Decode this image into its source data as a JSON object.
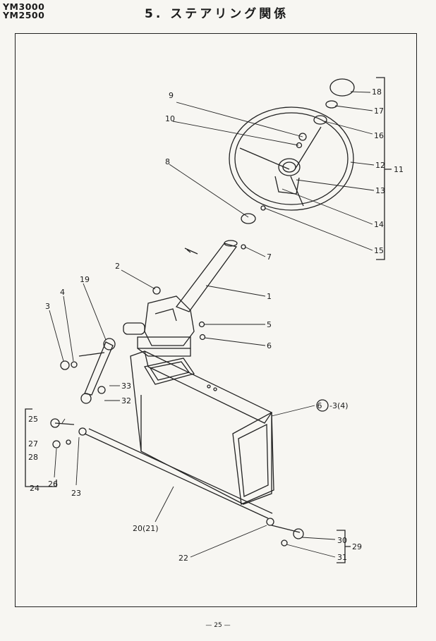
{
  "header": {
    "model_1": "YM3000",
    "model_2": "YM2500",
    "title": "5. ステアリング関係"
  },
  "footer": {
    "page": "— 25 —"
  },
  "callouts": [
    {
      "id": "c1",
      "text": "1"
    },
    {
      "id": "c2",
      "text": "2"
    },
    {
      "id": "c3",
      "text": "3"
    },
    {
      "id": "c4",
      "text": "4"
    },
    {
      "id": "c5",
      "text": "5"
    },
    {
      "id": "c6",
      "text": "6"
    },
    {
      "id": "c7",
      "text": "7"
    },
    {
      "id": "c8",
      "text": "8"
    },
    {
      "id": "c9",
      "text": "9"
    },
    {
      "id": "c10",
      "text": "10"
    },
    {
      "id": "c11",
      "text": "11"
    },
    {
      "id": "c12",
      "text": "12"
    },
    {
      "id": "c13",
      "text": "13"
    },
    {
      "id": "c14",
      "text": "14"
    },
    {
      "id": "c15",
      "text": "15"
    },
    {
      "id": "c16",
      "text": "16"
    },
    {
      "id": "c17",
      "text": "17"
    },
    {
      "id": "c18",
      "text": "18"
    },
    {
      "id": "c19",
      "text": "19"
    },
    {
      "id": "c20",
      "text": "20(21)"
    },
    {
      "id": "c22",
      "text": "22"
    },
    {
      "id": "c23",
      "text": "23"
    },
    {
      "id": "c24",
      "text": "24"
    },
    {
      "id": "c25",
      "text": "25"
    },
    {
      "id": "c26",
      "text": "26"
    },
    {
      "id": "c27",
      "text": "27"
    },
    {
      "id": "c28",
      "text": "28"
    },
    {
      "id": "c29",
      "text": "29"
    },
    {
      "id": "c30",
      "text": "30"
    },
    {
      "id": "c31",
      "text": "31"
    },
    {
      "id": "c32",
      "text": "32"
    },
    {
      "id": "c33",
      "text": "33"
    },
    {
      "id": "cref",
      "text": "-3(4)"
    },
    {
      "id": "cref_circle",
      "text": "6"
    }
  ]
}
